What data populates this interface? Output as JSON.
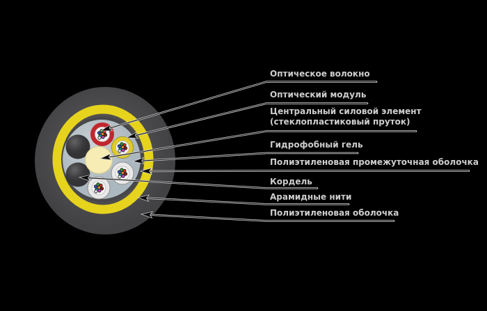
{
  "background": "#000000",
  "diagram": {
    "kind": "fiber-optic cable cross-section, labeled callouts",
    "labels": [
      {
        "text": "Оптическое волокно"
      },
      {
        "text": "Оптический модуль"
      },
      {
        "text": "Центральный силовой элемент",
        "text2": "(стеклопластиковый пруток)"
      },
      {
        "text": "Гидрофобный гель"
      },
      {
        "text": "Полиэтиленовая промежуточная оболочка"
      },
      {
        "text": "Кордель"
      },
      {
        "text": "Арамидные нити"
      },
      {
        "text": "Полиэтиленовая оболочка"
      }
    ],
    "palette": {
      "sheath_gray": "#4a4a4c",
      "aramid_yellow": "#e6d31d",
      "gel_gray": "#b9c3c9",
      "central_element": "#f6ecb4",
      "module_red": "#c1272d",
      "module_yellow": "#e0cb28",
      "module_white": "#e9e9e9",
      "cordel_dark": "#3e3e40",
      "leader_line": "#d6d6d6",
      "label_text": "#cdcdcd"
    },
    "fiber_colors": [
      "#2f9e33",
      "#d23327",
      "#2f52c9",
      "#e08a2a",
      "#8a1f1f",
      "#19a3a3",
      "#cf3ccf",
      "#e8e8e8"
    ]
  }
}
